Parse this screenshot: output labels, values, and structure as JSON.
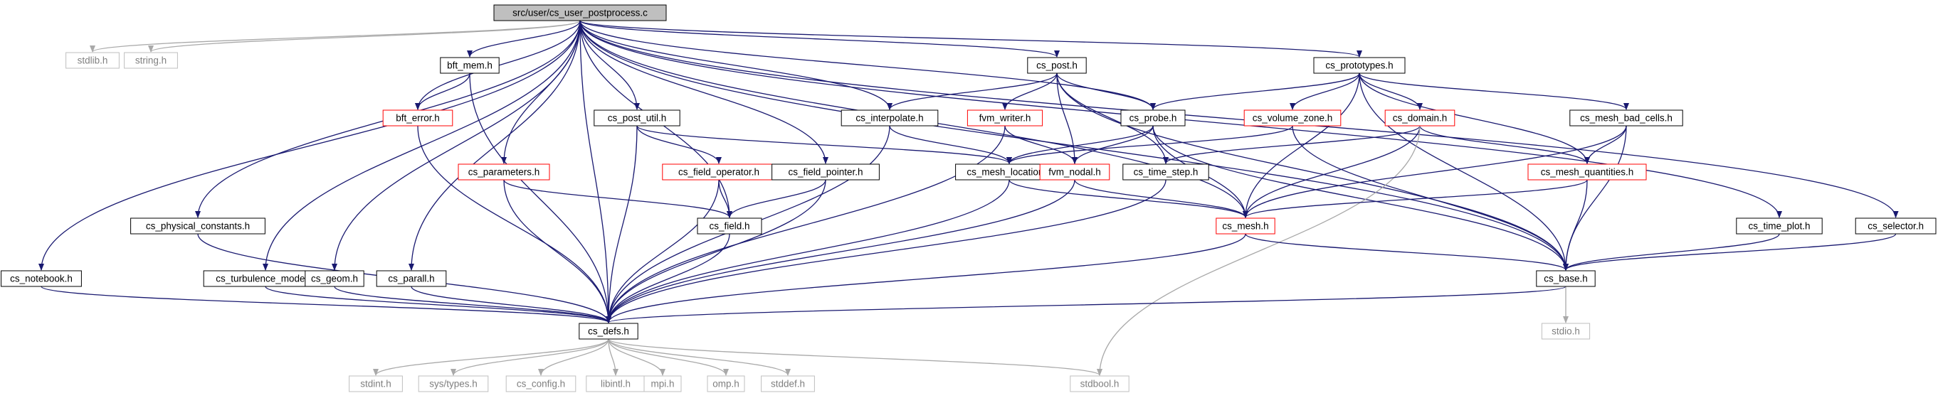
{
  "graph": {
    "colors": {
      "root_fill": "#bfbfbf",
      "edge": "#191970",
      "edge_system": "#a9a9a9",
      "border_normal": "#000000",
      "border_incomplete": "#ff0000",
      "border_system": "#bfbfbf",
      "text_normal": "#000000",
      "text_system": "#7f7f7f"
    },
    "nodes": [
      {
        "id": "root",
        "label": "src/user/cs_user_postprocess.c",
        "kind": "root"
      },
      {
        "id": "stdlib",
        "label": "stdlib.h",
        "kind": "system"
      },
      {
        "id": "string",
        "label": "string.h",
        "kind": "system"
      },
      {
        "id": "bft_mem",
        "label": "bft_mem.h",
        "kind": "normal"
      },
      {
        "id": "bft_error",
        "label": "bft_error.h",
        "kind": "incomplete"
      },
      {
        "id": "cs_post",
        "label": "cs_post.h",
        "kind": "normal"
      },
      {
        "id": "cs_prototypes",
        "label": "cs_prototypes.h",
        "kind": "normal"
      },
      {
        "id": "cs_interpolate",
        "label": "cs_interpolate.h",
        "kind": "normal"
      },
      {
        "id": "cs_post_util",
        "label": "cs_post_util.h",
        "kind": "normal"
      },
      {
        "id": "fvm_writer",
        "label": "fvm_writer.h",
        "kind": "incomplete"
      },
      {
        "id": "cs_probe",
        "label": "cs_probe.h",
        "kind": "normal"
      },
      {
        "id": "cs_volume_zone",
        "label": "cs_volume_zone.h",
        "kind": "incomplete"
      },
      {
        "id": "cs_domain",
        "label": "cs_domain.h",
        "kind": "incomplete"
      },
      {
        "id": "cs_mesh_bad_cells",
        "label": "cs_mesh_bad_cells.h",
        "kind": "normal"
      },
      {
        "id": "cs_parameters",
        "label": "cs_parameters.h",
        "kind": "incomplete"
      },
      {
        "id": "cs_field_operator",
        "label": "cs_field_operator.h",
        "kind": "incomplete"
      },
      {
        "id": "cs_field_pointer",
        "label": "cs_field_pointer.h",
        "kind": "normal"
      },
      {
        "id": "cs_mesh_location",
        "label": "cs_mesh_location.h",
        "kind": "normal"
      },
      {
        "id": "fvm_nodal",
        "label": "fvm_nodal.h",
        "kind": "incomplete"
      },
      {
        "id": "cs_time_step",
        "label": "cs_time_step.h",
        "kind": "normal"
      },
      {
        "id": "cs_mesh_quantities",
        "label": "cs_mesh_quantities.h",
        "kind": "incomplete"
      },
      {
        "id": "cs_physical_constants",
        "label": "cs_physical_constants.h",
        "kind": "normal"
      },
      {
        "id": "cs_field",
        "label": "cs_field.h",
        "kind": "normal"
      },
      {
        "id": "cs_mesh",
        "label": "cs_mesh.h",
        "kind": "incomplete"
      },
      {
        "id": "cs_time_plot",
        "label": "cs_time_plot.h",
        "kind": "normal"
      },
      {
        "id": "cs_selector",
        "label": "cs_selector.h",
        "kind": "normal"
      },
      {
        "id": "cs_notebook",
        "label": "cs_notebook.h",
        "kind": "normal"
      },
      {
        "id": "cs_turbulence_model",
        "label": "cs_turbulence_model.h",
        "kind": "normal"
      },
      {
        "id": "cs_geom",
        "label": "cs_geom.h",
        "kind": "normal"
      },
      {
        "id": "cs_parall",
        "label": "cs_parall.h",
        "kind": "normal"
      },
      {
        "id": "cs_base",
        "label": "cs_base.h",
        "kind": "normal"
      },
      {
        "id": "cs_defs",
        "label": "cs_defs.h",
        "kind": "normal"
      },
      {
        "id": "stdio",
        "label": "stdio.h",
        "kind": "system"
      },
      {
        "id": "stdint",
        "label": "stdint.h",
        "kind": "system"
      },
      {
        "id": "sys_types",
        "label": "sys/types.h",
        "kind": "system"
      },
      {
        "id": "cs_config",
        "label": "cs_config.h",
        "kind": "system"
      },
      {
        "id": "libintl",
        "label": "libintl.h",
        "kind": "system"
      },
      {
        "id": "mpi",
        "label": "mpi.h",
        "kind": "system"
      },
      {
        "id": "omp",
        "label": "omp.h",
        "kind": "system"
      },
      {
        "id": "stddef",
        "label": "stddef.h",
        "kind": "system"
      },
      {
        "id": "stdbool",
        "label": "stdbool.h",
        "kind": "system"
      }
    ],
    "edges": [
      [
        "root",
        "stdlib"
      ],
      [
        "root",
        "string"
      ],
      [
        "root",
        "bft_mem"
      ],
      [
        "root",
        "bft_error"
      ],
      [
        "root",
        "cs_post"
      ],
      [
        "root",
        "cs_prototypes"
      ],
      [
        "root",
        "cs_interpolate"
      ],
      [
        "root",
        "cs_post_util"
      ],
      [
        "root",
        "cs_probe"
      ],
      [
        "root",
        "cs_parameters"
      ],
      [
        "root",
        "cs_field_pointer"
      ],
      [
        "root",
        "cs_field"
      ],
      [
        "root",
        "cs_mesh"
      ],
      [
        "root",
        "cs_physical_constants"
      ],
      [
        "root",
        "cs_notebook"
      ],
      [
        "root",
        "cs_turbulence_model"
      ],
      [
        "root",
        "cs_geom"
      ],
      [
        "root",
        "cs_parall"
      ],
      [
        "root",
        "cs_defs"
      ],
      [
        "root",
        "cs_time_plot"
      ],
      [
        "root",
        "cs_selector"
      ],
      [
        "root",
        "cs_base"
      ],
      [
        "bft_mem",
        "bft_error"
      ],
      [
        "bft_mem",
        "cs_defs"
      ],
      [
        "bft_error",
        "cs_defs"
      ],
      [
        "cs_post",
        "cs_interpolate"
      ],
      [
        "cs_post",
        "fvm_writer"
      ],
      [
        "cs_post",
        "fvm_nodal"
      ],
      [
        "cs_post",
        "cs_probe"
      ],
      [
        "cs_post",
        "cs_time_step"
      ],
      [
        "cs_post",
        "cs_base"
      ],
      [
        "cs_prototypes",
        "cs_probe"
      ],
      [
        "cs_prototypes",
        "cs_volume_zone"
      ],
      [
        "cs_prototypes",
        "cs_domain"
      ],
      [
        "cs_prototypes",
        "cs_mesh_bad_cells"
      ],
      [
        "cs_prototypes",
        "cs_mesh_quantities"
      ],
      [
        "cs_prototypes",
        "cs_mesh"
      ],
      [
        "cs_prototypes",
        "cs_base"
      ],
      [
        "cs_interpolate",
        "cs_mesh_location"
      ],
      [
        "cs_interpolate",
        "cs_defs"
      ],
      [
        "cs_post_util",
        "cs_field_operator"
      ],
      [
        "cs_post_util",
        "cs_mesh_location"
      ],
      [
        "cs_post_util",
        "cs_defs"
      ],
      [
        "fvm_writer",
        "fvm_nodal"
      ],
      [
        "fvm_writer",
        "cs_defs"
      ],
      [
        "cs_probe",
        "cs_mesh_location"
      ],
      [
        "cs_probe",
        "fvm_nodal"
      ],
      [
        "cs_probe",
        "cs_mesh"
      ],
      [
        "cs_probe",
        "cs_base"
      ],
      [
        "cs_volume_zone",
        "cs_mesh_location"
      ],
      [
        "cs_volume_zone",
        "cs_base"
      ],
      [
        "cs_domain",
        "cs_time_step"
      ],
      [
        "cs_domain",
        "cs_mesh_quantities"
      ],
      [
        "cs_domain",
        "cs_mesh"
      ],
      [
        "cs_domain",
        "stdbool"
      ],
      [
        "cs_mesh_bad_cells",
        "cs_mesh_quantities"
      ],
      [
        "cs_mesh_bad_cells",
        "cs_mesh"
      ],
      [
        "cs_mesh_bad_cells",
        "cs_base"
      ],
      [
        "cs_parameters",
        "cs_field"
      ],
      [
        "cs_parameters",
        "cs_defs"
      ],
      [
        "cs_field_operator",
        "cs_field"
      ],
      [
        "cs_field_operator",
        "cs_defs"
      ],
      [
        "cs_field_pointer",
        "cs_field"
      ],
      [
        "cs_field_pointer",
        "cs_defs"
      ],
      [
        "cs_mesh_location",
        "cs_mesh"
      ],
      [
        "cs_mesh_location",
        "cs_defs"
      ],
      [
        "fvm_nodal",
        "cs_mesh"
      ],
      [
        "fvm_nodal",
        "cs_defs"
      ],
      [
        "cs_time_step",
        "cs_defs"
      ],
      [
        "cs_mesh_quantities",
        "cs_mesh"
      ],
      [
        "cs_mesh_quantities",
        "cs_base"
      ],
      [
        "cs_physical_constants",
        "cs_defs"
      ],
      [
        "cs_field",
        "cs_defs"
      ],
      [
        "cs_mesh",
        "cs_base"
      ],
      [
        "cs_mesh",
        "cs_defs"
      ],
      [
        "cs_time_plot",
        "cs_base"
      ],
      [
        "cs_selector",
        "cs_base"
      ],
      [
        "cs_notebook",
        "cs_defs"
      ],
      [
        "cs_turbulence_model",
        "cs_defs"
      ],
      [
        "cs_geom",
        "cs_defs"
      ],
      [
        "cs_parall",
        "cs_defs"
      ],
      [
        "cs_base",
        "cs_defs"
      ],
      [
        "cs_base",
        "stdio"
      ],
      [
        "cs_defs",
        "stdint"
      ],
      [
        "cs_defs",
        "sys_types"
      ],
      [
        "cs_defs",
        "cs_config"
      ],
      [
        "cs_defs",
        "libintl"
      ],
      [
        "cs_defs",
        "mpi"
      ],
      [
        "cs_defs",
        "omp"
      ],
      [
        "cs_defs",
        "stddef"
      ],
      [
        "cs_defs",
        "stdbool"
      ]
    ]
  }
}
